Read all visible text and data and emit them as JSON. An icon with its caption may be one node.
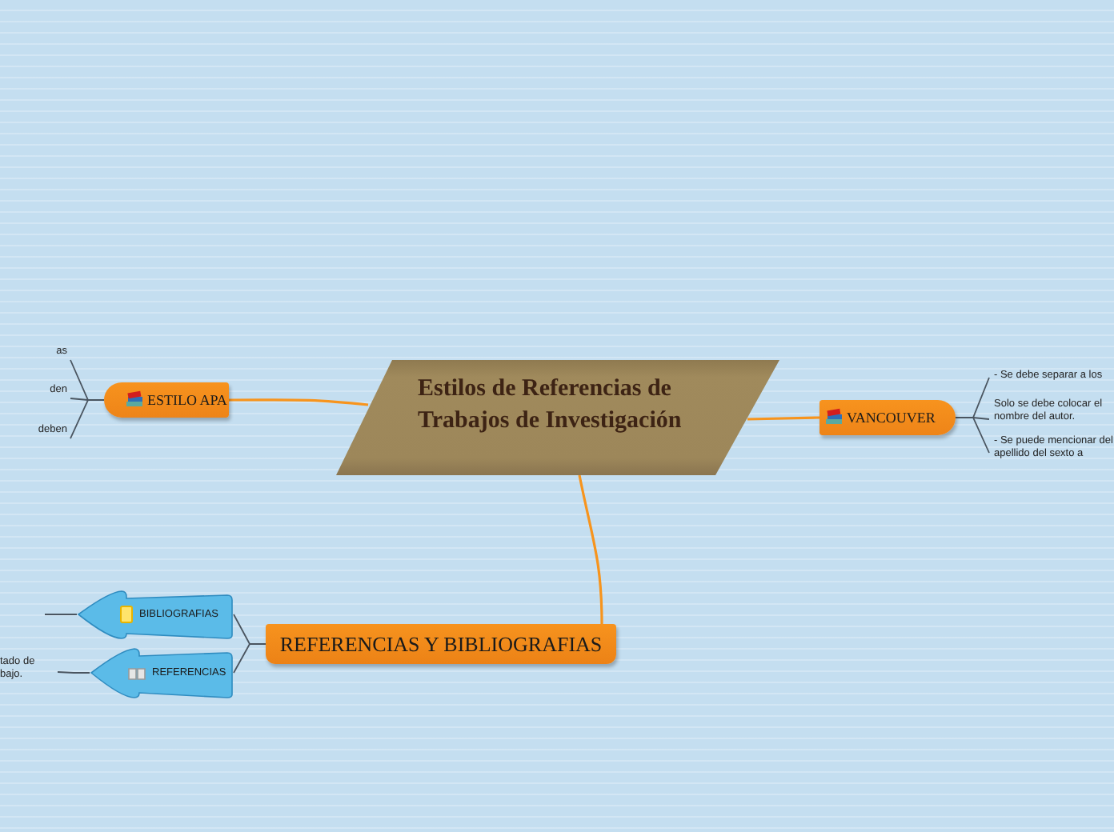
{
  "diagram": {
    "nodes": [
      {
        "text": [
          "Estilos de Referencias de Trabajos de Investigación"
        ]
      },
      {
        "text": [
          "ESTILO APA"
        ]
      },
      {
        "text": [
          "as"
        ]
      },
      {
        "text": [
          "den"
        ]
      },
      {
        "text": [
          "deben"
        ]
      },
      {
        "text": [
          "VANCOUVER"
        ]
      },
      {
        "text": [
          "- Se debe separar a los"
        ]
      },
      {
        "text": [
          "Solo se debe colocar el nombre del autor."
        ]
      },
      {
        "text": [
          "- Se puede mencionar del apellido del sexto a"
        ]
      },
      {
        "text": [
          "REFERENCIAS Y BIBLIOGRAFIAS"
        ]
      },
      {
        "text": [
          "BIBLIOGRAFIAS"
        ]
      },
      {
        "text": [
          "REFERENCIAS"
        ]
      },
      {
        "text": [
          "tado de bajo."
        ]
      }
    ],
    "edges": [
      {
        "from": 0,
        "to": 1,
        "arrow": "none",
        "color": "#f7941d"
      },
      {
        "from": 0,
        "to": 5,
        "arrow": "none",
        "color": "#f7941d"
      },
      {
        "from": 0,
        "to": 9,
        "arrow": "none",
        "color": "#f7941d"
      },
      {
        "from": 1,
        "to": 2,
        "arrow": "none"
      },
      {
        "from": 1,
        "to": 3,
        "arrow": "none"
      },
      {
        "from": 1,
        "to": 4,
        "arrow": "none"
      },
      {
        "from": 5,
        "to": 6,
        "arrow": "none"
      },
      {
        "from": 5,
        "to": 7,
        "arrow": "none"
      },
      {
        "from": 5,
        "to": 8,
        "arrow": "none"
      },
      {
        "from": 9,
        "to": 10,
        "arrow": "none"
      },
      {
        "from": 9,
        "to": 11,
        "arrow": "none"
      },
      {
        "from": 10,
        "to": null,
        "arrow": "none"
      },
      {
        "from": 11,
        "to": 12,
        "arrow": "none"
      }
    ]
  }
}
